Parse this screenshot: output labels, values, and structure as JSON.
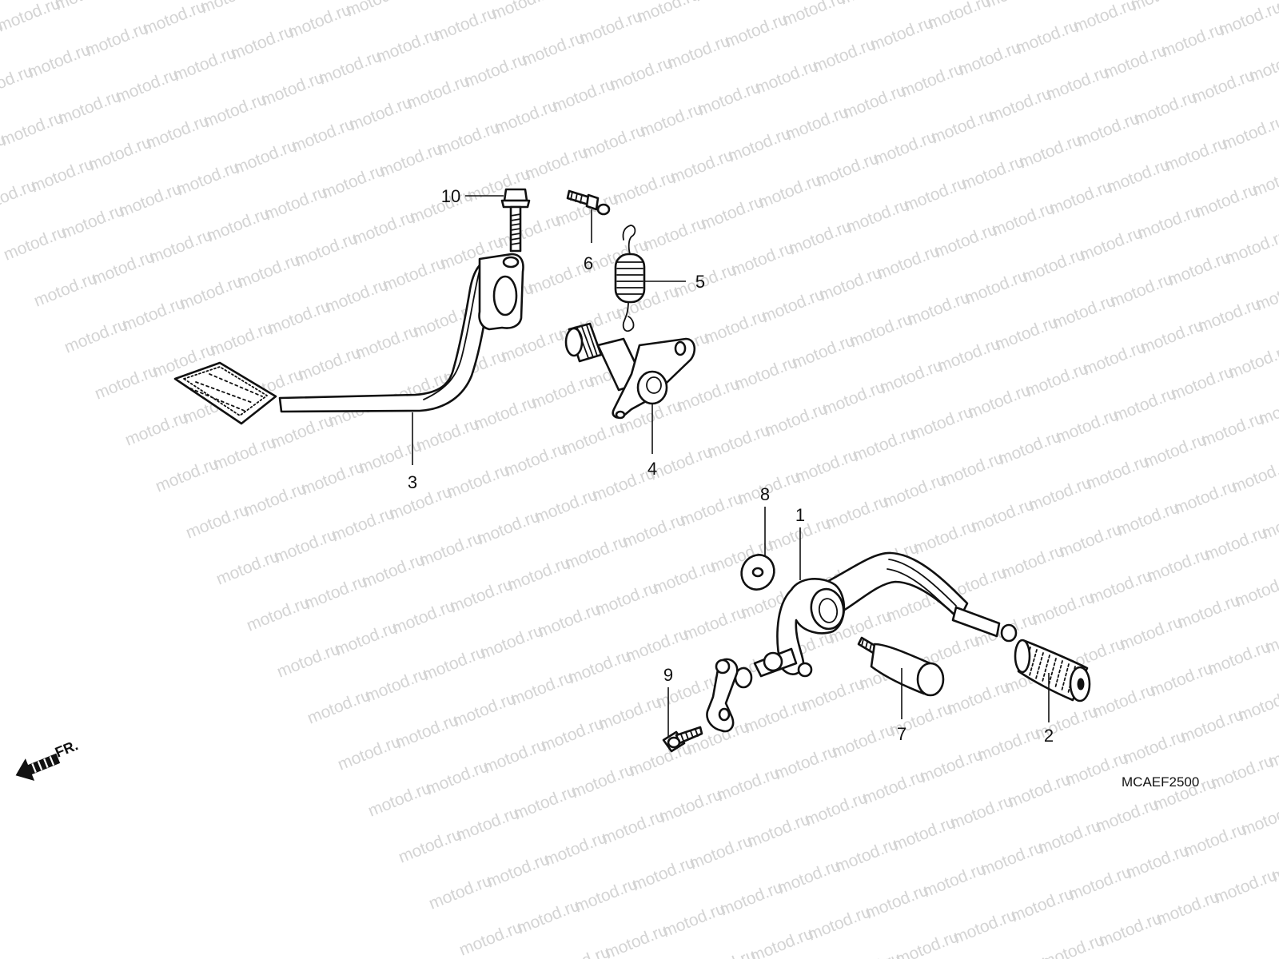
{
  "watermark": {
    "text": "motod.ru"
  },
  "diagram_code": "MCAEF2500",
  "direction": {
    "label": "FR.",
    "icon": "arrow-left-down-icon"
  },
  "callouts": [
    {
      "id": "10",
      "label": "10",
      "part": "flange-bolt-upper"
    },
    {
      "id": "6",
      "label": "6",
      "part": "small-bolt"
    },
    {
      "id": "5",
      "label": "5",
      "part": "return-spring"
    },
    {
      "id": "3",
      "label": "3",
      "part": "brake-pedal"
    },
    {
      "id": "4",
      "label": "4",
      "part": "pedal-shaft-arm"
    },
    {
      "id": "8",
      "label": "8",
      "part": "washer"
    },
    {
      "id": "1",
      "label": "1",
      "part": "gearshift-pedal"
    },
    {
      "id": "9",
      "label": "9",
      "part": "flange-bolt-lower"
    },
    {
      "id": "7",
      "label": "7",
      "part": "pivot-pin"
    },
    {
      "id": "2",
      "label": "2",
      "part": "pedal-rubber"
    }
  ]
}
